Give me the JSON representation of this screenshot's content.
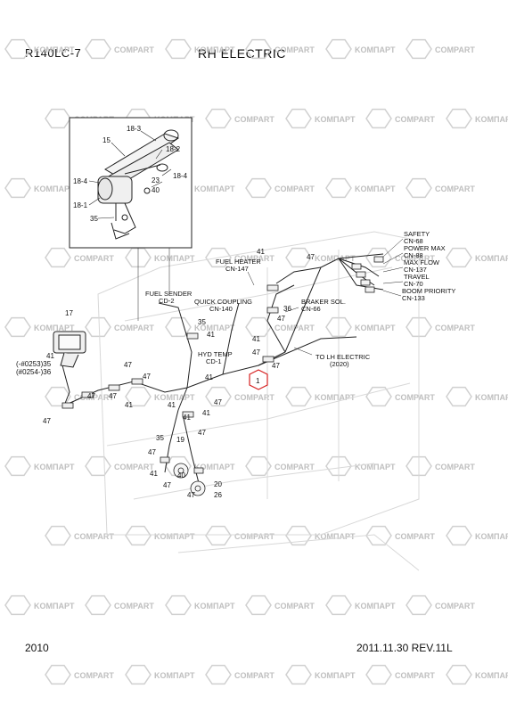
{
  "header": {
    "model": "R140LC-7",
    "title": "RH ELECTRIC"
  },
  "footer": {
    "year": "2010",
    "date_rev": "2011.11.30  REV.11L"
  },
  "watermark": {
    "text_a": "KOMΠAPT",
    "text_b": "COMPART"
  },
  "inset": {
    "callouts": {
      "c18_3": "18-3",
      "c15": "15",
      "c18_2": "18-2",
      "c18_4a": "18-4",
      "c23": "23",
      "c40": "40",
      "c18_4b": "18-4",
      "c18_1": "18-1",
      "c35": "35"
    }
  },
  "connectors": {
    "fuel_heater": "FUEL HEATER",
    "fuel_heater_cn": "CN-147",
    "fuel_sender": "FUEL SENDER",
    "fuel_sender_cd": "CD-2",
    "quick_coupling": "QUICK COUPLING",
    "quick_coupling_cn": "CN-140",
    "braker_sol": "BRAKER SOL.",
    "braker_sol_cn": "CN-66",
    "hyd_temp": "HYD TEMP",
    "hyd_temp_cd": "CD-1",
    "to_lh": "TO LH ELECTRIC",
    "to_lh_num": "(2020)",
    "safety": "SAFETY",
    "safety_cn": "CN-68",
    "power_max": "POWER MAX",
    "power_max_cn": "CN-88",
    "max_flow": "MAX FLOW",
    "max_flow_cn": "CN-137",
    "travel": "TRAVEL",
    "travel_cn": "CN-70",
    "boom_priority": "BOOM PRIORITY",
    "boom_priority_cn": "CN-133"
  },
  "lamp": {
    "c17": "17",
    "c41": "41",
    "c35": "(-#0253)35",
    "c36": "(#0254-)36"
  },
  "main_callouts": {
    "c41_top": "41",
    "c47_top": "47",
    "c36": "36",
    "c47_a": "47",
    "c35_mid": "35",
    "c41_mid": "41",
    "c41_b": "41",
    "c47_b": "47",
    "c47_c": "47",
    "c41_c": "41",
    "c47_d": "47",
    "c1": "1",
    "c47_e": "47",
    "c47_f": "47",
    "c41_d": "41",
    "c47_g": "47",
    "c47_h": "47",
    "c41_e": "41",
    "c41_f": "41",
    "c47_i": "47",
    "c41_g": "41",
    "c47_j": "47",
    "c35_b": "35",
    "c19": "19",
    "c47_k": "47",
    "c41_h": "41",
    "c40": "40",
    "c20": "20",
    "c47_l": "47",
    "c26": "26",
    "c47_m": "47"
  }
}
